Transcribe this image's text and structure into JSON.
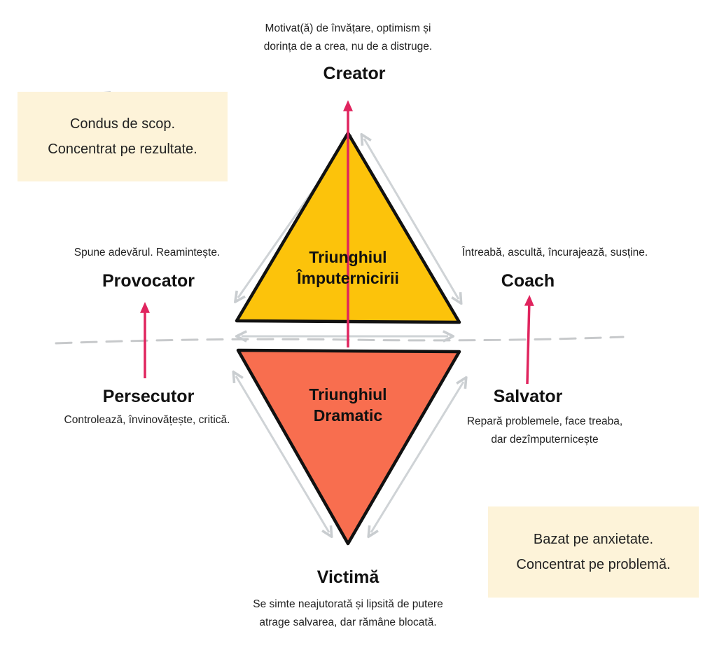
{
  "top": {
    "role": "Creator",
    "desc_lines": [
      "Motivat(ă) de învățare, optimism și",
      "dorința de a crea, nu de a distruge."
    ]
  },
  "left_top": {
    "role": "Provocator",
    "desc": "Spune adevărul. Reamintește."
  },
  "right_top": {
    "role": "Coach",
    "desc": "Întreabă, ascultă, încurajează, susține."
  },
  "left_bottom": {
    "role": "Persecutor",
    "desc": "Controlează, învinovățește, critică."
  },
  "right_bottom": {
    "role": "Salvator",
    "desc_lines": [
      "Repară problemele, face treaba,",
      "dar dezîmputernicește"
    ]
  },
  "bottom": {
    "role": "Victimă",
    "desc_lines": [
      "Se simte neajutorată și lipsită de putere",
      "atrage salvarea, dar rămâne blocată."
    ]
  },
  "empowerment_triangle": {
    "line1": "Triunghiul",
    "line2": "Împuternicirii",
    "color": "#fcc30b"
  },
  "drama_triangle": {
    "line1": "Triunghiul",
    "line2": "Dramatic",
    "color": "#f86e4f"
  },
  "box_top_left": {
    "line1": "Condus de scop.",
    "line2": "Concentrat pe rezultate."
  },
  "box_bottom_right": {
    "line1": "Bazat pe anxietate.",
    "line2": "Concentrat pe problemă."
  },
  "colors": {
    "arrow": "#e0245e",
    "box": "#fdf3d9",
    "gray_arrow": "#cfd3d6",
    "dashed": "#c7c9cb"
  }
}
